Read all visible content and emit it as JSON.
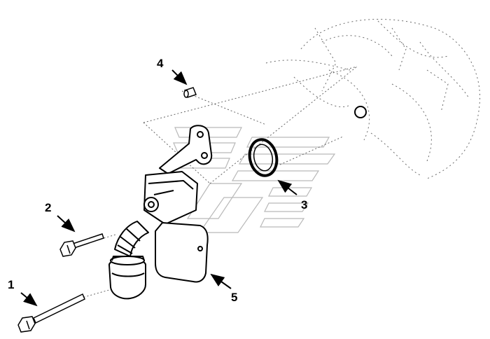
{
  "diagram": {
    "callouts": [
      {
        "id": "1",
        "label": "1"
      },
      {
        "id": "2",
        "label": "2"
      },
      {
        "id": "3",
        "label": "3"
      },
      {
        "id": "4",
        "label": "4"
      },
      {
        "id": "5",
        "label": "5"
      }
    ],
    "colors": {
      "line": "#000000",
      "background": "#ffffff",
      "watermark": "#b9b9b9"
    }
  }
}
